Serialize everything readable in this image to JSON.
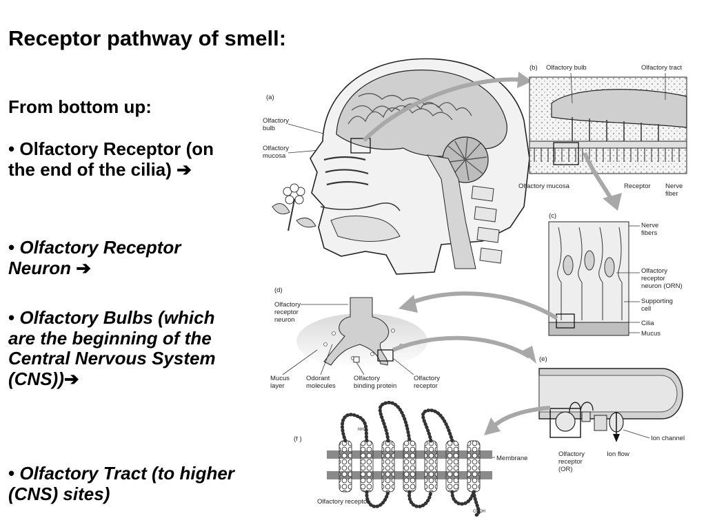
{
  "slide": {
    "title": "Receptor pathway of smell:",
    "subhead": "From bottom up:",
    "bullets": [
      {
        "bullet": "•",
        "text": "Olfactory Receptor (on the end of the cilia)",
        "arrow": "➔"
      },
      {
        "bullet": "•",
        "text": "Olfactory Receptor Neuron",
        "arrow": "➔"
      },
      {
        "bullet": "•",
        "text": "Olfactory Bulbs (which are the beginning of the Central Nervous System (CNS))",
        "arrow": "➔"
      },
      {
        "bullet": "•",
        "text": "Olfactory Tract (to higher (CNS) sites)",
        "arrow": ""
      }
    ]
  },
  "figure": {
    "panel_a": {
      "tag": "(a)",
      "label_bulb": [
        "Olfactory",
        "bulb"
      ],
      "label_mucosa": [
        "Olfactory",
        "mucosa"
      ]
    },
    "panel_b": {
      "tag": "(b)",
      "bulb": "Olfactory bulb",
      "tract": "Olfactory tract",
      "mucosa": "Olfactory mucosa",
      "receptor": "Receptor",
      "nerve_fiber": [
        "Nerve",
        "fiber"
      ]
    },
    "panel_c": {
      "tag": "(c)",
      "nerve_fibers": [
        "Nerve",
        "fibers"
      ],
      "orn": [
        "Olfactory",
        "receptor",
        "neuron (ORN)"
      ],
      "supporting": [
        "Supporting",
        "cell"
      ],
      "cilia": "Cilia",
      "mucus": "Mucus"
    },
    "panel_d": {
      "tag": "(d)",
      "orn": [
        "Olfactory",
        "receptor",
        "neuron"
      ],
      "mucus_layer": [
        "Mucus",
        "layer"
      ],
      "odorant": [
        "Odorant",
        "molecules"
      ],
      "binding": [
        "Olfactory",
        "binding protein"
      ],
      "receptor": [
        "Olfactory",
        "receptor"
      ]
    },
    "panel_e": {
      "tag": "(e)",
      "ion_channel": "Ion channel",
      "or": [
        "Olfactory",
        "receptor",
        "(OR)"
      ],
      "ion_flow": "Ion flow"
    },
    "panel_f": {
      "tag": "(f )",
      "membrane": "Membrane",
      "receptor": "Olfactory receptor",
      "nh2": "NH2",
      "cooh": "COOH"
    }
  }
}
